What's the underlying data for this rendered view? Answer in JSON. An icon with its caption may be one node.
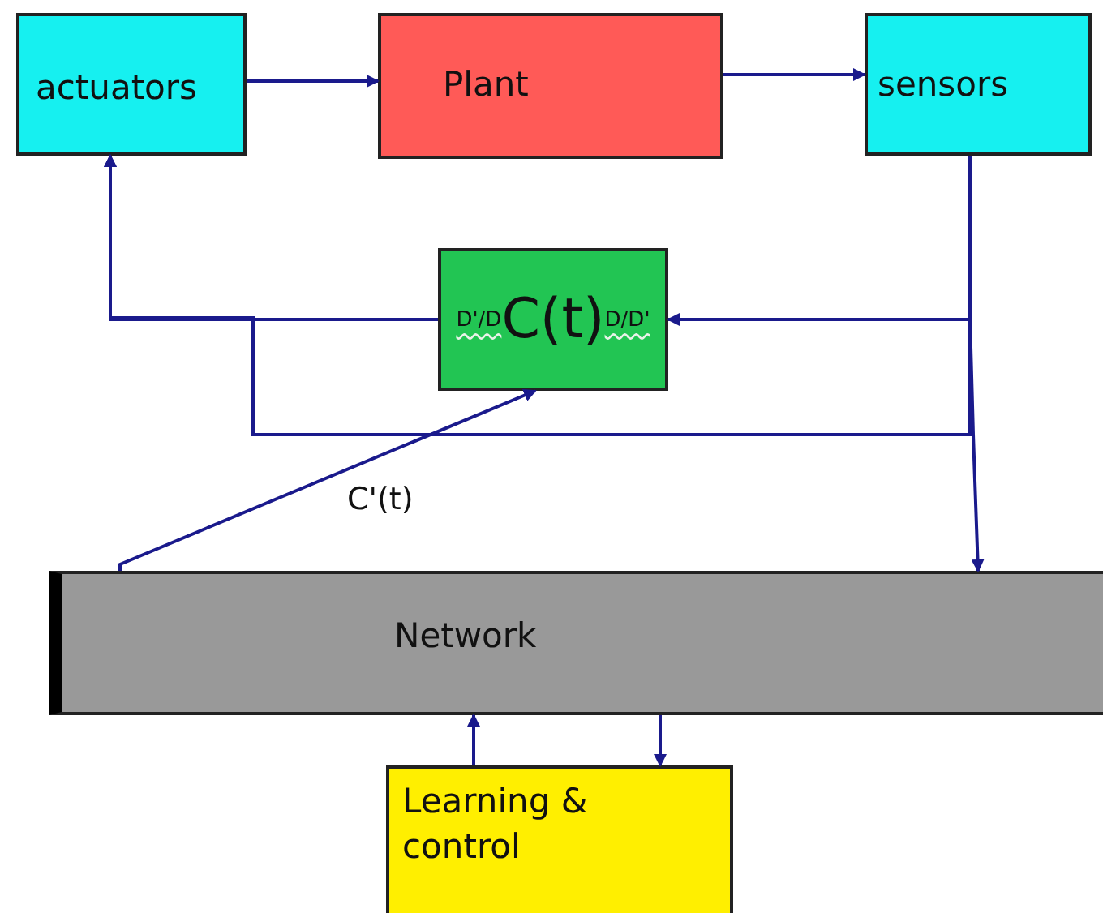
{
  "diagram": {
    "nodes": [
      {
        "text": [
          "actuators"
        ]
      },
      {
        "text": [
          "Plant"
        ]
      },
      {
        "text": [
          "sensors"
        ]
      },
      {
        "text": [
          "D'/D",
          "C(t)",
          "D/D'"
        ]
      },
      {
        "text": [
          "Network"
        ]
      },
      {
        "text": [
          "Learning & control"
        ]
      }
    ],
    "edges": [
      {
        "from": 0,
        "to": 1,
        "arrow": "to"
      },
      {
        "from": 1,
        "to": 2,
        "arrow": "to"
      },
      {
        "from": 3,
        "to": 0,
        "arrow": "to"
      },
      {
        "from": 2,
        "to": 3,
        "arrow": "to"
      },
      {
        "from": 2,
        "to": 4,
        "arrow": "to"
      },
      {
        "from": 2,
        "to": 0,
        "arrow": "to"
      },
      {
        "from": 4,
        "to": 3,
        "arrow": "to",
        "label": "C'(t)"
      },
      {
        "from": 5,
        "to": 4,
        "arrow": "to"
      },
      {
        "from": 4,
        "to": 5,
        "arrow": "to"
      }
    ]
  }
}
